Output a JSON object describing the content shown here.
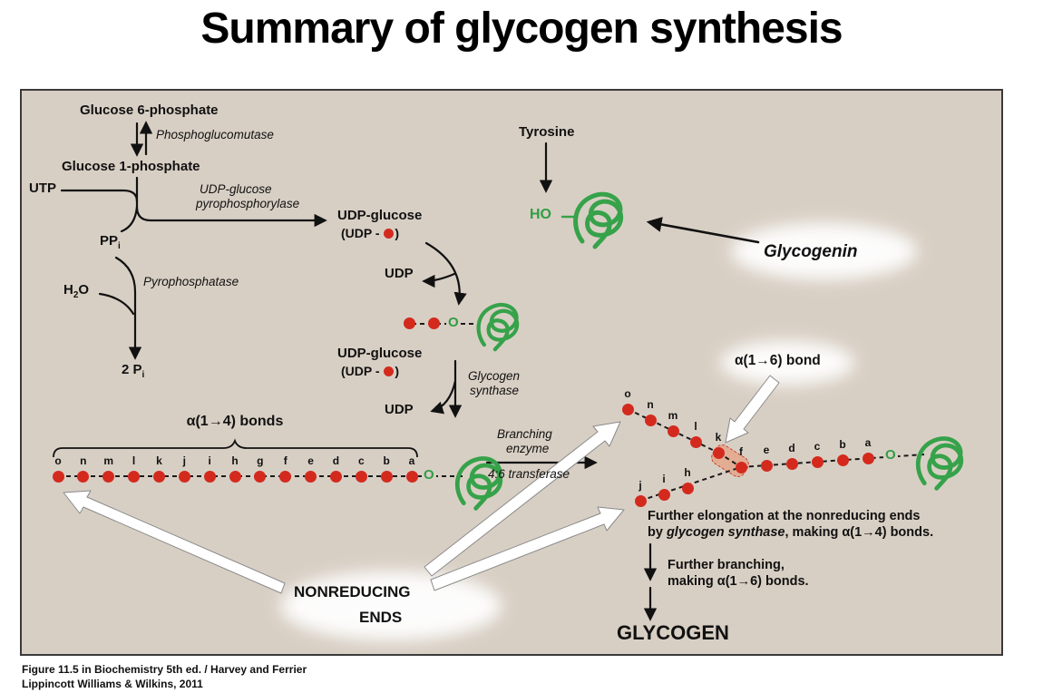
{
  "title": "Summary of glycogen synthesis",
  "caption": {
    "line1": "Figure 11.5 in Biochemistry 5th ed. / Harvey and Ferrier",
    "line2": "Lippincott Williams & Wilkins, 2011"
  },
  "colors": {
    "diagram_background": "#d8cfc4",
    "coil_green": "#36a24a",
    "residue_red": "#d42a1e",
    "text_black": "#111111"
  },
  "labels": {
    "glucose6p": "Glucose 6-phosphate",
    "phosphoglucomutase": "Phosphoglucomutase",
    "glucose1p": "Glucose 1-phosphate",
    "utp": "UTP",
    "pyrophosphorylase_l1": "UDP-glucose",
    "pyrophosphorylase_l2": "pyrophosphorylase",
    "udp_glucose": "UDP-glucose",
    "udp_paren_open": "(UDP - ",
    "udp_paren_close": ")",
    "pp": "PP",
    "pp_sub": "i",
    "h_pre": "H",
    "h_sub": "2",
    "h_post": "O",
    "pyrophosphatase": "Pyrophosphatase",
    "two_p": "2 P",
    "two_p_sub": "i",
    "tyrosine": "Tyrosine",
    "ho": "HO",
    "glycogenin": "Glycogenin",
    "udp": "UDP",
    "glycogen_synthase_l1": "Glycogen",
    "glycogen_synthase_l2": "synthase",
    "alpha14_bonds": "α(1→4) bonds",
    "branching_l1": "Branching",
    "branching_l2": "enzyme",
    "transferase": "4:6 transferase",
    "alpha16_bond": "α(1→6) bond",
    "nonreducing_l1": "NONREDUCING",
    "nonreducing_l2": "ENDS",
    "elongation_l1": "Further elongation at the nonreducing ends",
    "elongation_by": "by ",
    "elongation_enzyme": "glycogen synthase",
    "elongation_rest": ", making α(1→4) bonds.",
    "branching_text_l1": "Further branching,",
    "branching_text_l2": "making α(1→6) bonds.",
    "glycogen": "GLYCOGEN"
  },
  "chains": {
    "left": {
      "letters": [
        "o",
        "n",
        "m",
        "l",
        "k",
        "j",
        "i",
        "h",
        "g",
        "f",
        "e",
        "d",
        "c",
        "b",
        "a"
      ]
    },
    "right_upper": {
      "letters": [
        "o",
        "n",
        "m",
        "l",
        "k"
      ]
    },
    "right_lower": {
      "letters": [
        "j",
        "i",
        "h"
      ]
    },
    "right_main": {
      "letters": [
        "f",
        "e",
        "d",
        "c",
        "b",
        "a"
      ]
    }
  }
}
